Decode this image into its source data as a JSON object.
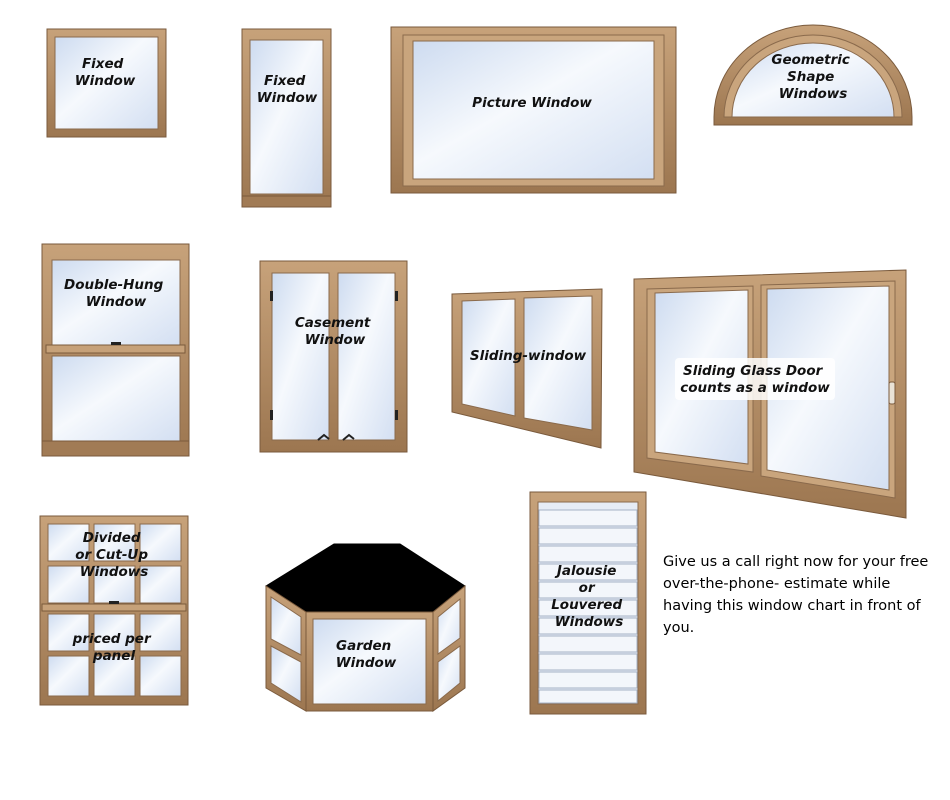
{
  "colors": {
    "frame": "#b08a63",
    "frame_dark": "#7a5a3c",
    "frame_light": "#d8bfa2",
    "glass": "#dde7f6",
    "glass_light": "#f4f8fd",
    "roof": "#000000"
  },
  "windows": [
    {
      "id": "fixed-square",
      "lines": [
        "Fixed",
        "Window"
      ]
    },
    {
      "id": "fixed-tall",
      "lines": [
        "Fixed",
        "Window"
      ]
    },
    {
      "id": "picture",
      "lines": [
        "Picture Window"
      ]
    },
    {
      "id": "geometric",
      "lines": [
        "Geometric",
        "Shape",
        "Windows"
      ]
    },
    {
      "id": "double-hung",
      "lines": [
        "Double-Hung",
        "Window"
      ]
    },
    {
      "id": "casement",
      "lines": [
        "Casement",
        "Window"
      ]
    },
    {
      "id": "sliding",
      "lines": [
        "Sliding-window"
      ]
    },
    {
      "id": "sliding-door",
      "lines": [
        "Sliding Glass Door",
        "counts as a window"
      ]
    },
    {
      "id": "divided",
      "lines": [
        "Divided",
        "or Cut-Up",
        "Windows"
      ],
      "lines2": [
        "priced per",
        "panel"
      ]
    },
    {
      "id": "garden",
      "lines": [
        "Garden",
        "Window"
      ]
    },
    {
      "id": "jalousie",
      "lines": [
        "Jalousie",
        "or",
        "Louvered",
        "Windows"
      ]
    }
  ],
  "call_to_action": "Give us a call right now for your free  over-the-phone- estimate while having this  window chart in front of you."
}
